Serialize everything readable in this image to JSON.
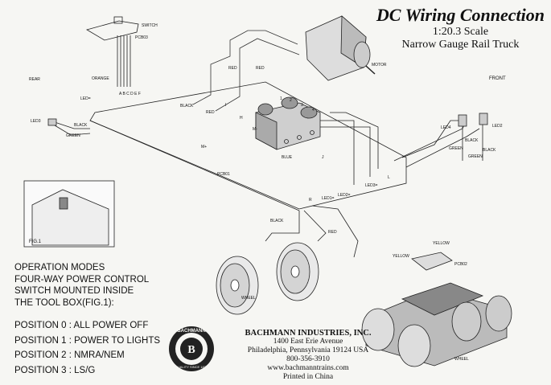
{
  "title": "DC Wiring Connection",
  "scale": "1:20.3 Scale",
  "model": "Narrow Gauge Rail Truck",
  "labels": {
    "front": "FRONT",
    "rear": "REAR",
    "motor": "MOTOR",
    "switch": "SWITCH",
    "pcb03": "PCB03",
    "pcb01": "PCB01",
    "pcb02": "PCB02",
    "orange": "ORANGE",
    "pins": "A B C D E F",
    "led_a": "LED=",
    "led3": "LED3",
    "led4": "LED4",
    "led2": "LED2",
    "led1_tag": "LED1=",
    "led2_tag": "LED2=",
    "led3_tag": "LED3=",
    "l_tag": "L",
    "black": "BLACK",
    "green": "GREEN",
    "red": "RED",
    "blue": "BLUE",
    "yellow": "YELLOW",
    "wheel": "WHEEL",
    "fig1": "FIG.1",
    "terminal_nums": [
      "1",
      "2",
      "3",
      "4"
    ],
    "m_plus": "M+",
    "m_minus": "M-",
    "h_tag": "H",
    "i_tag": "I",
    "j_tag": "J",
    "r_tag": "R"
  },
  "operation": {
    "heading": [
      "OPERATION MODES",
      "FOUR-WAY POWER CONTROL",
      "SWITCH MOUNTED INSIDE",
      "THE TOOL BOX(FIG.1):"
    ],
    "positions": [
      "POSITION 0 : ALL POWER OFF",
      "POSITION 1 : POWER TO LIGHTS",
      "POSITION 2 : NMRA/NEM",
      "POSITION 3 : LS/G"
    ]
  },
  "company": {
    "name": "BACHMANN INDUSTRIES, INC.",
    "address1": "1400 East Erie Avenue",
    "address2": "Philadelphia, Pennsylvania 19124 USA",
    "phone": "800-356-3910",
    "web": "www.bachmanntrains.com",
    "origin": "Printed in China"
  },
  "logo": {
    "top": "BACHMANN",
    "bottom": "QUALITY SINCE 1835",
    "letter": "B"
  }
}
